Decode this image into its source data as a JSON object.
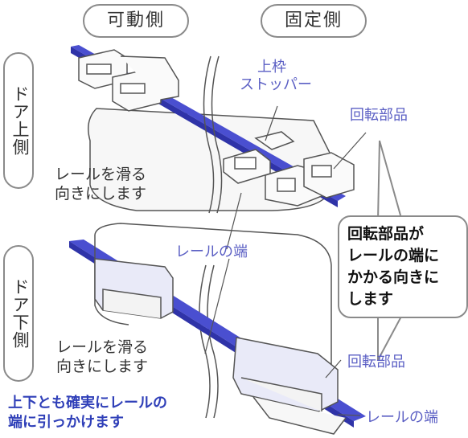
{
  "headers": {
    "movable_side": "可動側",
    "fixed_side": "固定側"
  },
  "sides": {
    "door_top": "ドア上側",
    "door_bottom": "ドア下側"
  },
  "labels": {
    "upper_frame_stopper": [
      "上枠",
      "ストッパー"
    ],
    "rotating_part_top": "回転部品",
    "slide_top": [
      "レールを滑る",
      "向きにします"
    ],
    "rail_end_middle": "レールの端",
    "slide_bottom": [
      "レールを滑る",
      "向きにします"
    ],
    "rotating_part_bottom": "回転部品",
    "rail_end_bottom": "レールの端"
  },
  "callout": [
    "回転部品が",
    "レールの端に",
    "かかる向きに",
    "します"
  ],
  "footnote": [
    "上下とも確実にレールの",
    "端に引っかけます"
  ],
  "colors": {
    "rail": "#4a4fd0",
    "rail_dark": "#2f33a8",
    "accent_text": "#5b5fc4",
    "note_text": "#2f3fb8",
    "outline": "#555555"
  }
}
